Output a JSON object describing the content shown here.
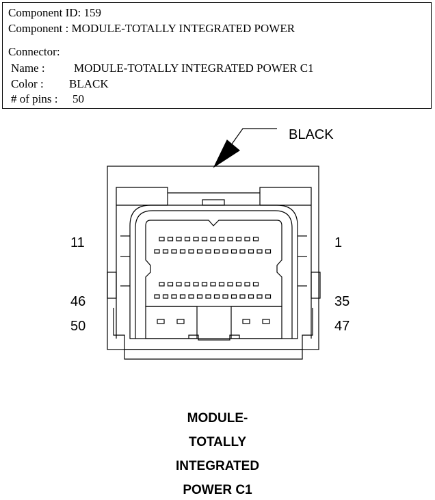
{
  "info": {
    "component_id": "Component ID: 159",
    "component": "Component : MODULE-TOTALLY INTEGRATED POWER",
    "connector_heading": "Connector:",
    "name_label": "Name :",
    "name_value": "MODULE-TOTALLY INTEGRATED POWER C1",
    "color_label": "Color :",
    "color_value": "BLACK",
    "pins_label": "# of pins :",
    "pins_value": "50"
  },
  "diagram": {
    "color_callout": "BLACK",
    "pin_labels": {
      "top_left": "11",
      "top_right": "1",
      "mid_left": "46",
      "mid_right": "35",
      "bottom_left": "50",
      "bottom_right": "47"
    }
  },
  "caption": {
    "line1": "MODULE-",
    "line2": "TOTALLY",
    "line3": "INTEGRATED",
    "line4": "POWER C1"
  }
}
